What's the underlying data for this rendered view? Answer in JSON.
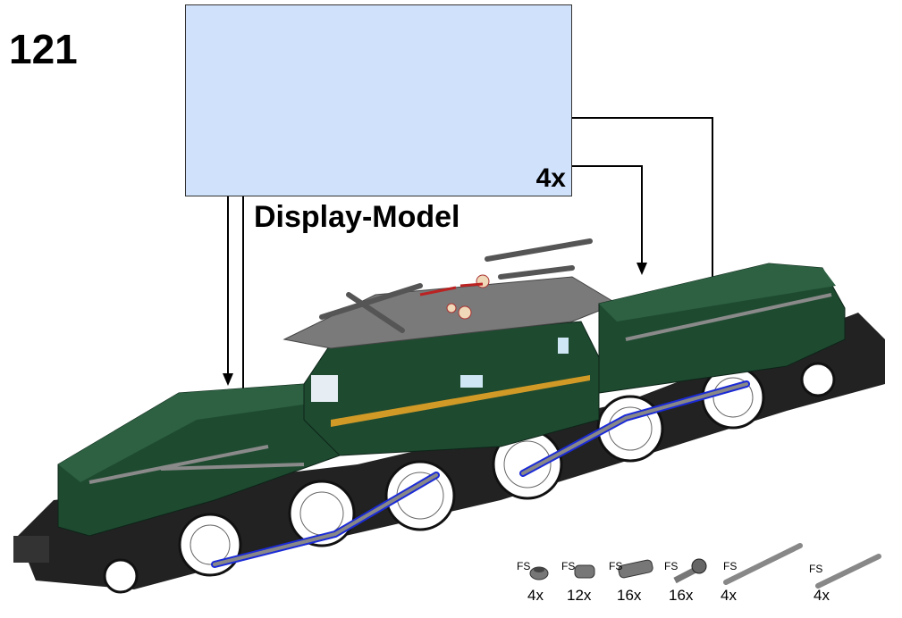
{
  "step_number": "121",
  "callout": {
    "quantity": "4x"
  },
  "variant_label": "Display-Model",
  "parts": [
    {
      "tag": "FS",
      "qty": "4x",
      "icon": "round-plate-1x1"
    },
    {
      "tag": "FS",
      "qty": "12x",
      "icon": "technic-pin-short"
    },
    {
      "tag": "FS",
      "qty": "16x",
      "icon": "technic-pin-long"
    },
    {
      "tag": "FS",
      "qty": "16x",
      "icon": "ball-socket-connector"
    },
    {
      "tag": "FS",
      "qty": "4x",
      "icon": "axle-long"
    },
    {
      "tag": "FS",
      "qty": "4x",
      "icon": "axle-short"
    }
  ],
  "colors": {
    "callout_bg": "#cfe1fb",
    "body_green": "#1e4a30",
    "roof_grey": "#7a7a7a",
    "rod_highlight": "#1b2bd6"
  }
}
